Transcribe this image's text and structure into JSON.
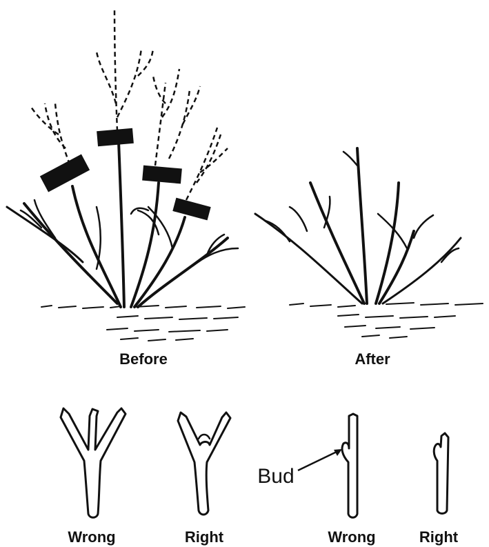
{
  "shrubs": {
    "before_label": "Before",
    "after_label": "After"
  },
  "cuts": {
    "fork_wrong_label": "Wrong",
    "fork_right_label": "Right",
    "bud_wrong_label": "Wrong",
    "bud_right_label": "Right",
    "bud_callout": "Bud"
  }
}
